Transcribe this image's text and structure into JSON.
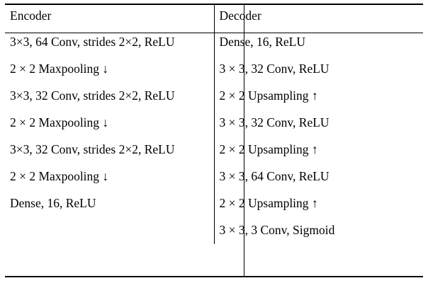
{
  "table": {
    "headers": [
      "Encoder",
      "Decoder"
    ],
    "rows": [
      {
        "encoder": "3×3, 64 Conv, strides 2×2, ReLU",
        "decoder": "Dense, 16, ReLU"
      },
      {
        "encoder": "2 × 2 Maxpooling ↓",
        "decoder": "3 × 3, 32 Conv, ReLU"
      },
      {
        "encoder": "3×3, 32 Conv, strides 2×2, ReLU",
        "decoder": "2 × 2 Upsampling ↑"
      },
      {
        "encoder": "2 × 2 Maxpooling ↓",
        "decoder": "3 × 3, 32 Conv, ReLU"
      },
      {
        "encoder": "3×3, 32 Conv, strides 2×2, ReLU",
        "decoder": "2 × 2 Upsampling ↑"
      },
      {
        "encoder": "2 × 2 Maxpooling ↓",
        "decoder": "3 × 3, 64 Conv, ReLU"
      },
      {
        "encoder": "Dense, 16, ReLU",
        "decoder": "2 × 2 Upsampling ↑"
      },
      {
        "encoder": "",
        "decoder": "3 × 3, 3 Conv, Sigmoid"
      }
    ]
  }
}
